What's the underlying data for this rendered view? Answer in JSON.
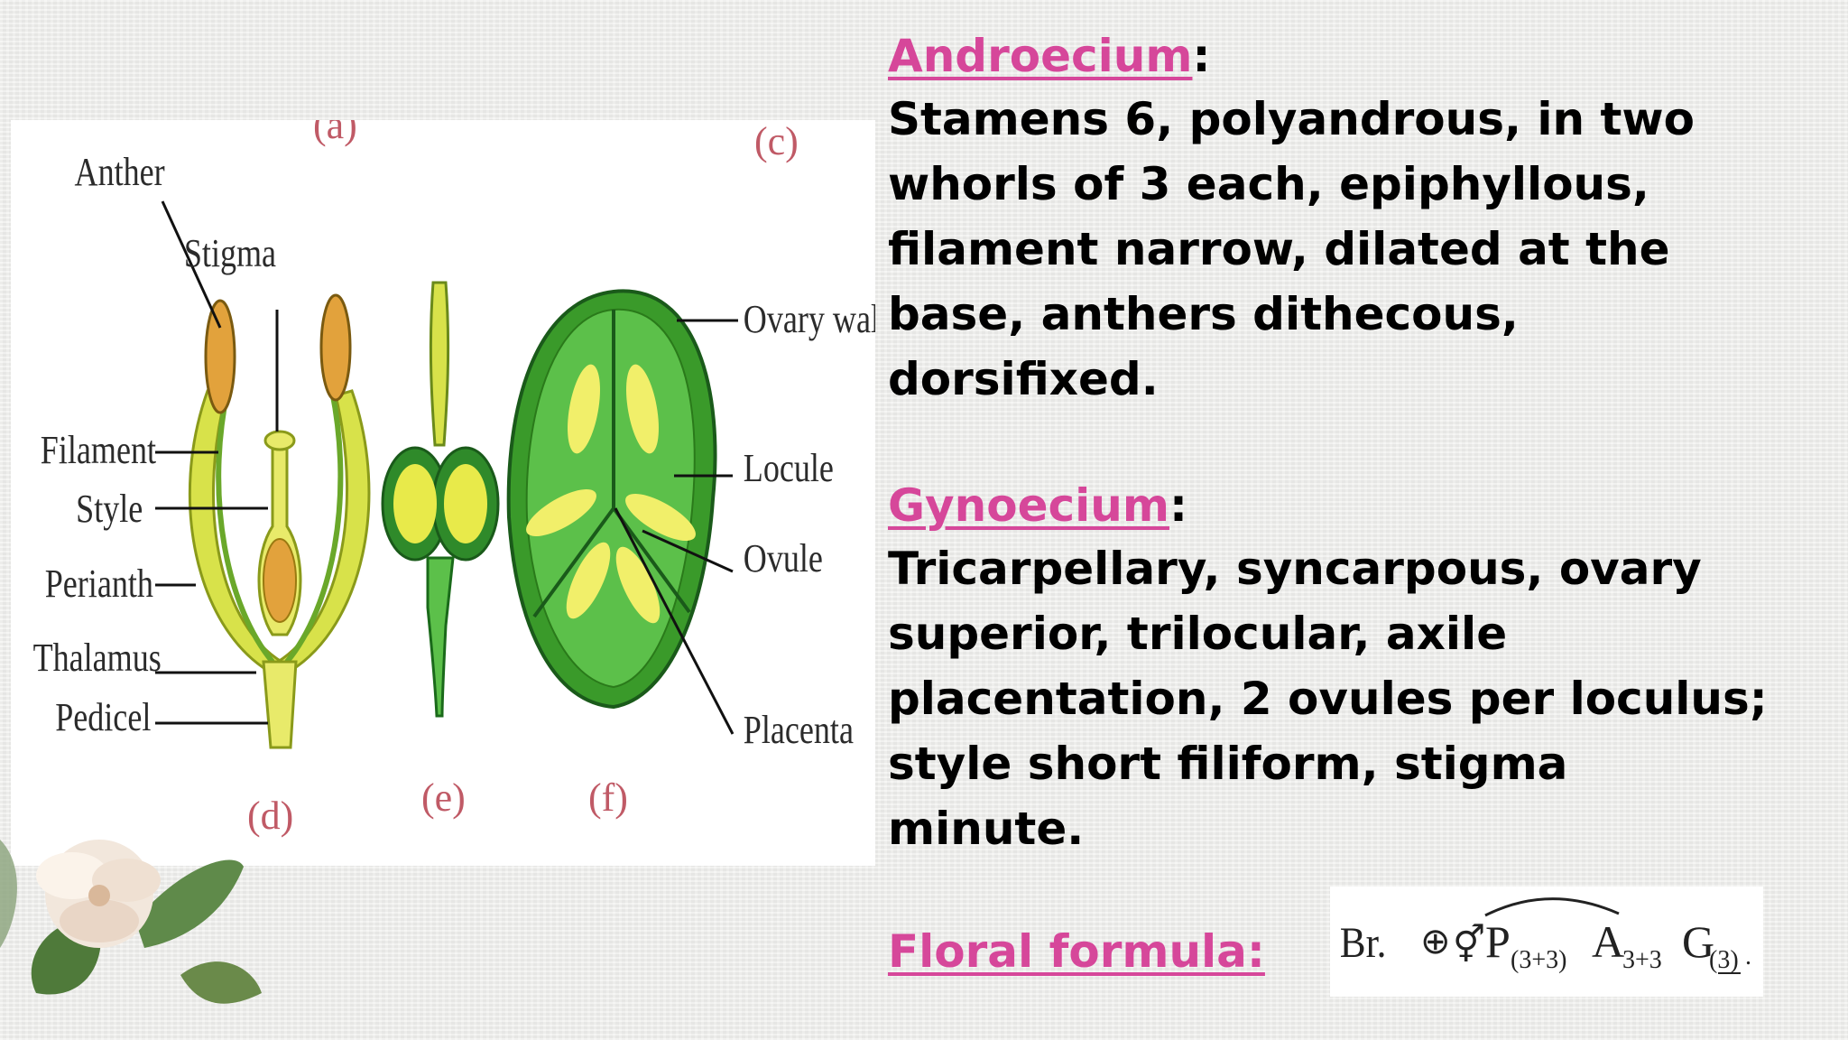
{
  "diagram": {
    "sublabels": {
      "a": "(a)",
      "c": "(c)",
      "d": "(d)",
      "e": "(e)",
      "f": "(f)"
    },
    "labels": {
      "anther": "Anther",
      "stigma": "Stigma",
      "filament": "Filament",
      "style": "Style",
      "perianth": "Perianth",
      "thalamus": "Thalamus",
      "pedicel": "Pedicel",
      "ovary_wall": "Ovary wall",
      "locule": "Locule",
      "ovule": "Ovule",
      "placenta": "Placenta"
    },
    "colors": {
      "green_dark": "#2f8a2a",
      "green": "#5cc04a",
      "yellow": "#f1ef6a",
      "anther": "#e2a23c"
    }
  },
  "text": {
    "androecium": {
      "heading": "Androecium",
      "colon": ":",
      "lines": [
        "Stamens 6, polyandrous, in two",
        "whorls of 3 each, epiphyllous,",
        "filament narrow, dilated at the",
        "base, anthers dithecous,",
        "dorsifixed."
      ]
    },
    "gynoecium": {
      "heading": "Gynoecium",
      "colon": ":",
      "lines": [
        "Tricarpellary, syncarpous, ovary",
        "superior, trilocular, axile",
        "placentation, 2 ovules per loculus;",
        "style short filiform, stigma",
        "minute."
      ]
    },
    "floral_formula": {
      "heading": "Floral formula:"
    }
  },
  "formula": {
    "br": "Br.",
    "actino": "⊕",
    "bisexual": "⚥",
    "p": "P",
    "p_sub": "(3+3)",
    "a": "A",
    "a_sub": "3+3",
    "g": "G",
    "g_sub": "(3)",
    "end": "."
  }
}
